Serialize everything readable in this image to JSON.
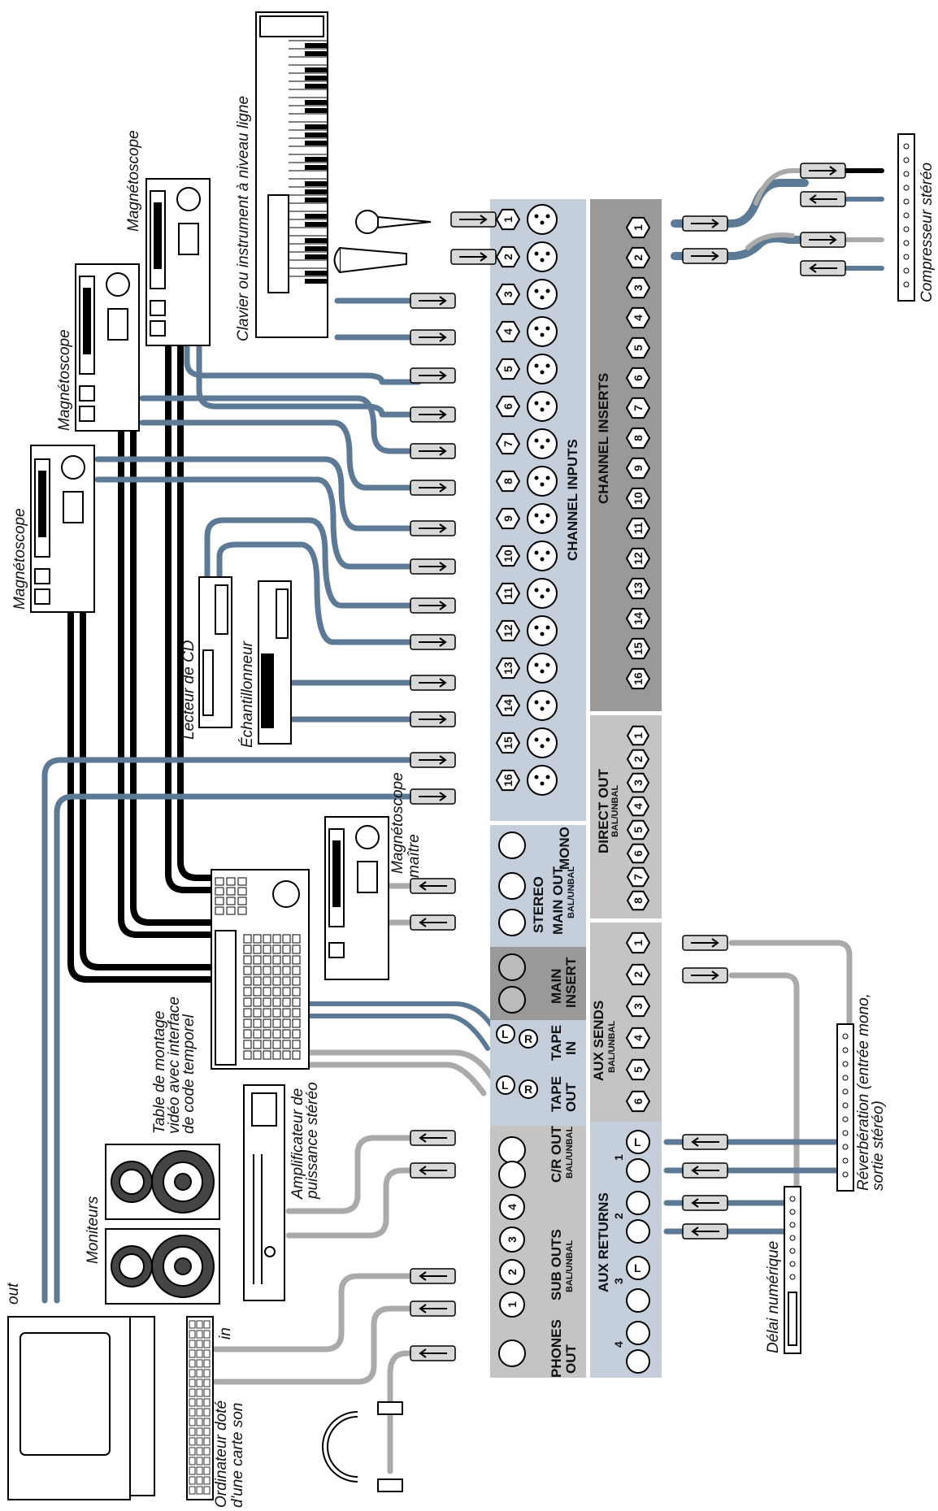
{
  "diagram": {
    "mixer": {
      "channel_inputs_title": "CHANNEL INPUTS",
      "channel_inserts_title": "CHANNEL INSERTS",
      "direct_out_title": "DIRECT OUT",
      "direct_out_sub": "BAL/UNBAL",
      "mono_title": "MONO",
      "stereo_title": "STEREO",
      "main_out_title": "MAIN OUT",
      "main_out_sub": "BAL/UNBAL",
      "main_insert_title1": "MAIN",
      "main_insert_title2": "INSERT",
      "aux_sends_title": "AUX SENDS",
      "aux_sends_sub": "BAL/UNBAL",
      "tape_in_title1": "TAPE",
      "tape_in_title2": "IN",
      "tape_out_title1": "TAPE",
      "tape_out_title2": "OUT",
      "cr_out_title": "C/R OUT",
      "cr_out_sub": "BAL/UNBAL",
      "sub_outs_title": "SUB OUTS",
      "sub_outs_sub": "BAL/UNBAL",
      "aux_returns_title": "AUX RETURNS",
      "phones_out_title1": "PHONES",
      "phones_out_title2": "OUT",
      "channel_numbers": [
        "1",
        "2",
        "3",
        "4",
        "5",
        "6",
        "7",
        "8",
        "9",
        "10",
        "11",
        "12",
        "13",
        "14",
        "15",
        "16"
      ],
      "direct_out_numbers": [
        "1",
        "2",
        "3",
        "4",
        "5",
        "6",
        "7",
        "8"
      ],
      "aux_send_numbers": [
        "1",
        "2",
        "3",
        "4",
        "5",
        "6"
      ],
      "sub_out_numbers": [
        "1",
        "2",
        "3",
        "4"
      ],
      "tape_l": "L",
      "tape_r": "R",
      "aux_return_l": "L",
      "aux_return_group_numbers": [
        "1",
        "2",
        "3",
        "4"
      ]
    },
    "devices": {
      "keyboard": "Clavier ou instrument à niveau ligne",
      "vcr": "Magnétoscope",
      "cd": "Lecteur de CD",
      "sampler": "Échantillonneur",
      "master_vcr_line1": "Magnétoscope",
      "master_vcr_line2": "maître",
      "editor_line1": "Table de montage",
      "editor_line2": "vidéo avec interface",
      "editor_line3": "de code temporel",
      "amp_line1": "Amplificateur de",
      "amp_line2": "puissance stéréo",
      "monitors": "Moniteurs",
      "computer_line1": "Ordinateur doté",
      "computer_line2": "d'une carte son",
      "computer_out": "out",
      "computer_in": "in",
      "compressor": "Compresseur stéréo",
      "reverb_line1": "Réverbération (entrée mono,",
      "reverb_line2": "sortie stéréo)",
      "delay": "Délai numérique"
    },
    "colors": {
      "panel": "#c5cfdb",
      "panel_dark": "#999999",
      "panel_gray": "#c4c4c4",
      "cable_blue": "#5c7a96",
      "cable_black": "#000000",
      "cable_gray": "#aaaaaa"
    }
  }
}
